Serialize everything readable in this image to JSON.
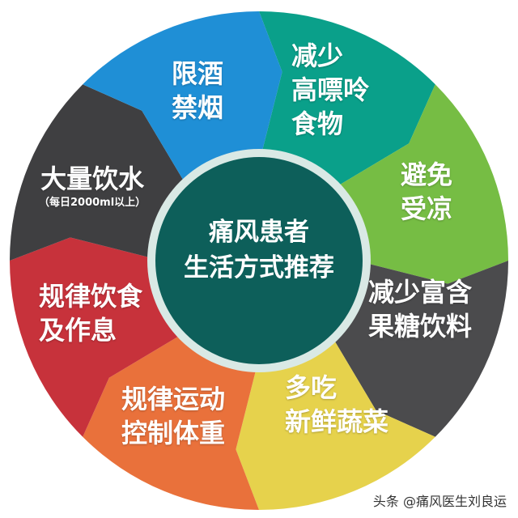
{
  "center": {
    "line1": "痛风患者",
    "line2": "生活方式推荐",
    "color": "#0d5f5a"
  },
  "segments": [
    {
      "line1": "减少",
      "line2": "高嘌呤",
      "line3": "食物",
      "color": "#0aa08a"
    },
    {
      "line1": "避免",
      "line2": "受凉",
      "color": "#76bd44"
    },
    {
      "line1": "减少富含",
      "line2": "果糖饮料",
      "color": "#4b4b4d"
    },
    {
      "line1": "多吃",
      "line2": "新鲜蔬菜",
      "color": "#e6d24c"
    },
    {
      "line1": "规律运动",
      "line2": "控制体重",
      "color": "#e9713b"
    },
    {
      "line1": "规律饮食",
      "line2": "及作息",
      "color": "#c7323b"
    },
    {
      "line1": "大量饮水",
      "line2": "（每日2000ml以上）",
      "color": "#3f3f41"
    },
    {
      "line1": "限酒",
      "line2": "禁烟",
      "color": "#1f8fd6"
    }
  ],
  "watermark": "头条 @痛风医生刘良运"
}
